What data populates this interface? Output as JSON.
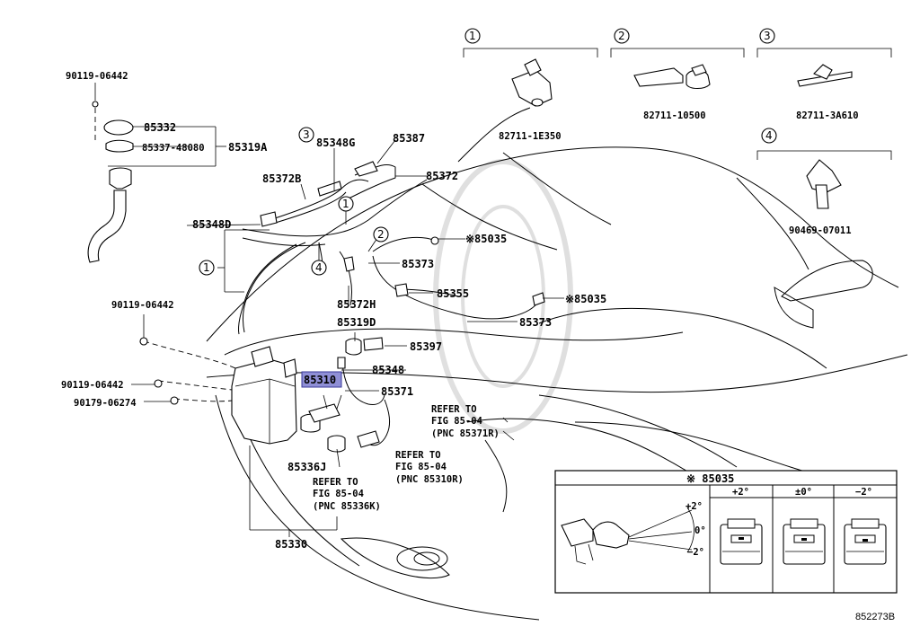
{
  "labels": {
    "p90119_top": "90119-06442",
    "p85332": "85332",
    "p85337": "85337-48080",
    "p85319A": "85319A",
    "p85348G": "85348G",
    "p85387": "85387",
    "p85372B": "85372B",
    "p85372": "85372",
    "p85348D": "85348D",
    "p85035_a": "※85035",
    "p85373_a": "85373",
    "p85355": "85355",
    "p85035_b": "※85035",
    "p85372H": "85372H",
    "p85373_b": "85373",
    "p90119_mid": "90119-06442",
    "p85319D": "85319D",
    "p85397": "85397",
    "p85348": "85348",
    "p85310": "85310",
    "p85371": "85371",
    "p90119_low": "90119-06442",
    "p90179": "90179-06274",
    "p85336J": "85336J",
    "p85330": "85330",
    "clip1": "82711-1E350",
    "clip2": "82711-10500",
    "clip3": "82711-3A610",
    "clip4": "90469-07011",
    "fig_id": "852273B"
  },
  "callouts": [
    "1",
    "2",
    "3",
    "4"
  ],
  "notes": {
    "n1_l1": "REFER TO",
    "n1_l2": "FIG 85-04",
    "n1_l3": "(PNC 85371R)",
    "n2_l1": "REFER TO",
    "n2_l2": "FIG 85-04",
    "n2_l3": "(PNC 85310R)",
    "n3_l1": "REFER TO",
    "n3_l2": "FIG 85-04",
    "n3_l3": "(PNC 85336K)"
  },
  "inset": {
    "title": "※ 85035",
    "col1": "+2°",
    "col2": "±0°",
    "col3": "−2°",
    "angle_plus": "+2°",
    "angle_zero": "0°",
    "angle_minus": "−2°"
  },
  "highlight_color": "#8f8fd6"
}
